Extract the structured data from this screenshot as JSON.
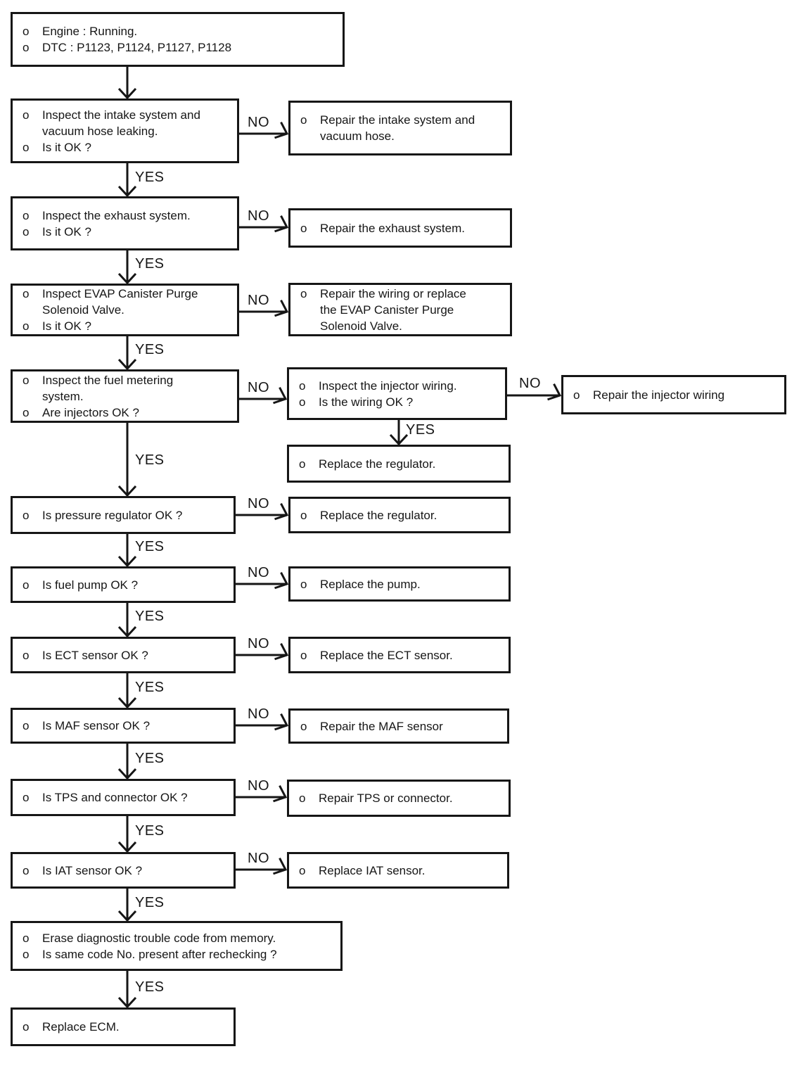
{
  "bullet": "o",
  "labels": {
    "yes": "YES",
    "no": "NO"
  },
  "colors": {
    "ink": "#161616",
    "background": "#ffffff"
  },
  "nodes": {
    "start": {
      "lines": [
        "Engine : Running.",
        "DTC : P1123, P1124, P1127, P1128"
      ]
    },
    "q_intake": {
      "lines": [
        "Inspect the intake system and\nvacuum hose leaking.",
        "Is it OK ?"
      ]
    },
    "a_intake": {
      "lines": [
        "Repair the intake system and\nvacuum hose."
      ]
    },
    "q_exhaust": {
      "lines": [
        "Inspect the exhaust system.",
        "Is it OK ?"
      ]
    },
    "a_exhaust": {
      "lines": [
        "Repair the exhaust system."
      ]
    },
    "q_evap": {
      "lines": [
        "Inspect EVAP Canister Purge\nSolenoid Valve.",
        "Is it OK ?"
      ]
    },
    "a_evap": {
      "lines": [
        "Repair the wiring or replace\nthe EVAP Canister Purge\nSolenoid Valve."
      ]
    },
    "q_fuel": {
      "lines": [
        "Inspect the fuel metering\nsystem.",
        "Are injectors OK ?"
      ]
    },
    "q_injector_wiring": {
      "lines": [
        "Inspect the injector wiring.",
        "Is the wiring OK ?"
      ]
    },
    "a_injector_wiring": {
      "lines": [
        "Repair the injector wiring"
      ]
    },
    "a_regulator_1": {
      "lines": [
        "Replace the regulator."
      ]
    },
    "q_pressure_regulator": {
      "lines": [
        "Is pressure regulator OK ?"
      ]
    },
    "a_regulator_2": {
      "lines": [
        "Replace the regulator."
      ]
    },
    "q_fuel_pump": {
      "lines": [
        "Is fuel pump OK ?"
      ]
    },
    "a_pump": {
      "lines": [
        "Replace the pump."
      ]
    },
    "q_ect": {
      "lines": [
        "Is ECT sensor OK ?"
      ]
    },
    "a_ect": {
      "lines": [
        "Replace the ECT sensor."
      ]
    },
    "q_maf": {
      "lines": [
        "Is MAF sensor OK ?"
      ]
    },
    "a_maf": {
      "lines": [
        "Repair the MAF sensor"
      ]
    },
    "q_tps": {
      "lines": [
        "Is TPS and connector OK ?"
      ]
    },
    "a_tps": {
      "lines": [
        "Repair TPS or connector."
      ]
    },
    "q_iat": {
      "lines": [
        "Is IAT sensor OK ?"
      ]
    },
    "a_iat": {
      "lines": [
        "Replace IAT sensor."
      ]
    },
    "q_erase": {
      "lines": [
        "Erase diagnostic trouble code from memory.",
        "Is same code No. present after rechecking ?"
      ]
    },
    "a_ecm": {
      "lines": [
        "Replace ECM."
      ]
    }
  }
}
